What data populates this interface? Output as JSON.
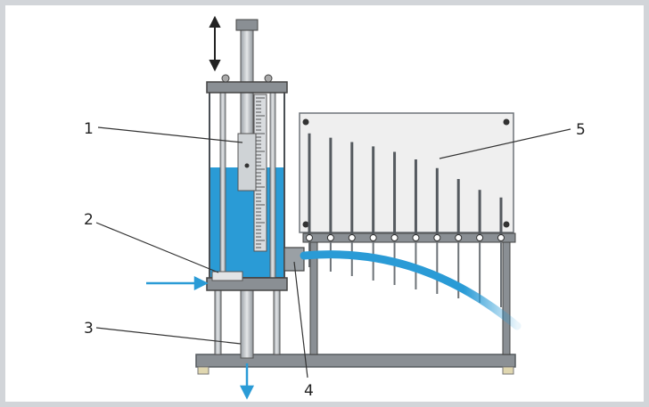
{
  "labels": {
    "l1": "1",
    "l2": "2",
    "l3": "3",
    "l4": "4",
    "l5": "5"
  },
  "colors": {
    "water": "#2a9bd6",
    "frame": "#6e7378",
    "steel": "#bfc3c7",
    "panel": "#efefef",
    "arrow": "#2a9bd6",
    "border": "#d2d5d9"
  },
  "manometer_tubes": [
    0.92,
    0.88,
    0.84,
    0.8,
    0.75,
    0.68,
    0.6,
    0.5,
    0.4,
    0.33
  ]
}
